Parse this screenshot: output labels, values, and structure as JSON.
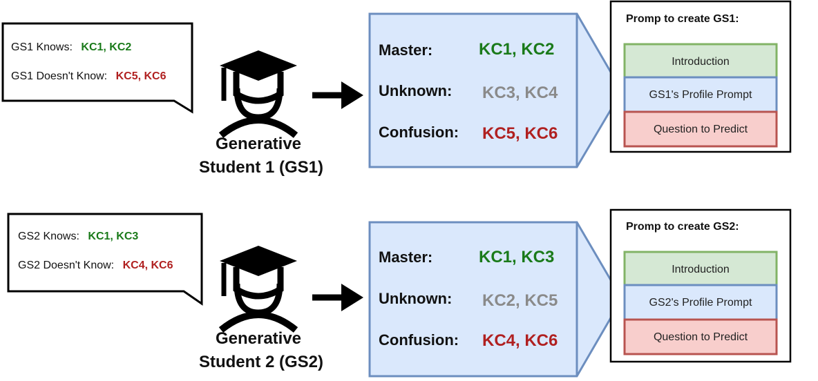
{
  "colors": {
    "known": "#1a7a1a",
    "unknown": "#8a8a8a",
    "confused": "#b02020",
    "profile_fill": "#dae8fc",
    "profile_stroke": "#6c8ebf",
    "intro_fill": "#d5e8d4",
    "intro_stroke": "#82b366",
    "question_fill": "#f8cecc",
    "question_stroke": "#b85450"
  },
  "students": [
    {
      "bubble": {
        "knows_label": "GS1 Knows:",
        "knows_kcs": "KC1, KC2",
        "doesnt_label": "GS1 Doesn't Know:",
        "doesnt_kcs": "KC5, KC6"
      },
      "icon": "graduate-student-icon",
      "label_line1": "Generative",
      "label_line2": "Student 1 (GS1)",
      "profile": {
        "master_label": "Master:",
        "master_kcs": "KC1, KC2",
        "unknown_label": "Unknown:",
        "unknown_kcs": "KC3, KC4",
        "confusion_label": "Confusion:",
        "confusion_kcs": "KC5, KC6"
      },
      "prompt": {
        "title": "Promp to create GS1:",
        "intro": "Introduction",
        "profile_prompt": "GS1's Profile Prompt",
        "question": "Question to Predict"
      }
    },
    {
      "bubble": {
        "knows_label": "GS2 Knows:",
        "knows_kcs": "KC1, KC3",
        "doesnt_label": "GS2 Doesn't Know:",
        "doesnt_kcs": "KC4, KC6"
      },
      "icon": "graduate-student-icon",
      "label_line1": "Generative",
      "label_line2": "Student 2 (GS2)",
      "profile": {
        "master_label": "Master:",
        "master_kcs": "KC1, KC3",
        "unknown_label": "Unknown:",
        "unknown_kcs": "KC2, KC5",
        "confusion_label": "Confusion:",
        "confusion_kcs": "KC4, KC6"
      },
      "prompt": {
        "title": "Promp to create GS2:",
        "intro": "Introduction",
        "profile_prompt": "GS2's Profile Prompt",
        "question": "Question to Predict"
      }
    }
  ]
}
